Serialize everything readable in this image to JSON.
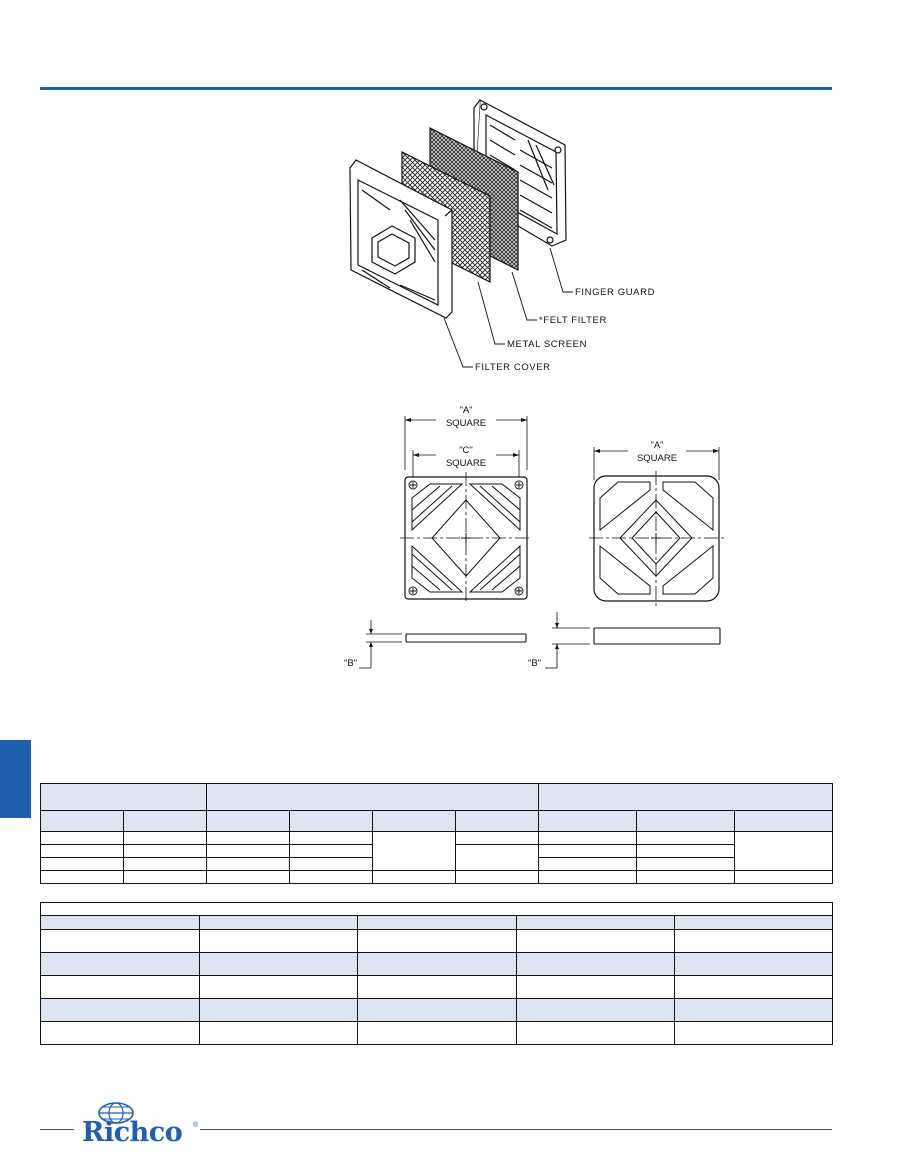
{
  "labels": {
    "finger_guard": "FINGER GUARD",
    "felt_filter": "*FELT FILTER",
    "metal_screen": "METAL SCREEN",
    "filter_cover": "FILTER COVER",
    "a_quote": "\"A\"",
    "c_quote": "\"C\"",
    "b_quote": "\"B\"",
    "square": "SQUARE"
  },
  "brand": {
    "name": "Richco",
    "reg_mark": "®",
    "color": "#1f5fae"
  },
  "colors": {
    "accent": "#1f5fae",
    "table_shade": "#dde3ef"
  }
}
